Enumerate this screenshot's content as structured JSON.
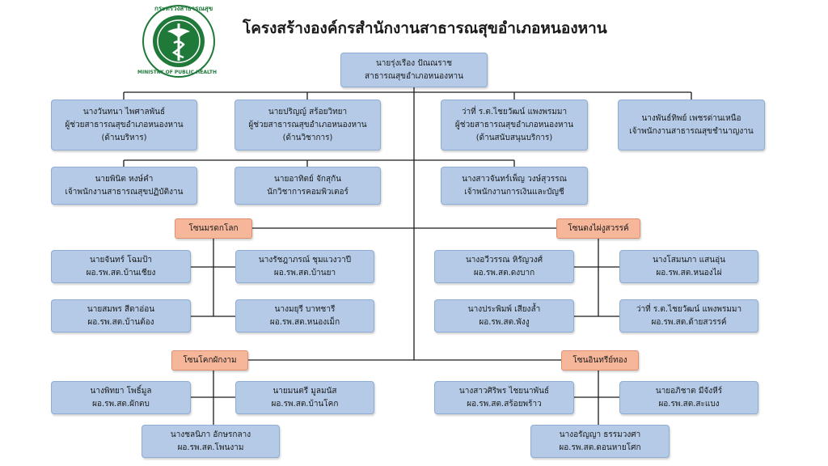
{
  "header": {
    "title": "โครงสร้างองค์กรสำนักงานสาธารณสุขอำเภอหนองหาน",
    "logo_text_top": "กระทรวงสาธารณสุข",
    "logo_text_bottom": "MINISTRY OF PUBLIC HEALTH"
  },
  "chief": {
    "name": "นายรุ่งเรือง ปัณณราช",
    "role": "สาธารณสุขอำเภอหนองหาน"
  },
  "assistants": [
    {
      "name": "นางวันทนา ไพศาลพันธ์",
      "role": "ผู้ช่วยสาธารณสุขอำเภอหนองหาน",
      "dept": "(ด้านบริหาร)"
    },
    {
      "name": "นายปริญญ์ สร้อยวิทยา",
      "role": "ผู้ช่วยสาธารณสุขอำเภอหนองหาน",
      "dept": "(ด้านวิชาการ)"
    },
    {
      "name": "ว่าที่ ร.ต.ไชยวัฒน์ แพงพรมมา",
      "role": "ผู้ช่วยสาธารณสุขอำเภอหนองหาน",
      "dept": "(ด้านสนับสนุนบริการ)"
    },
    {
      "name": "นางพันธ์ทิพย์ เพชรด่านเหนือ",
      "role": "เจ้าพนักงานสาธารณสุขชำนาญงาน"
    }
  ],
  "staff": [
    {
      "name": "นายพินิต หงษ์คำ",
      "role": "เจ้าพนักงานสาธารณสุขปฏิบัติงาน"
    },
    {
      "name": "นายอาทิตย์ จักสุกัน",
      "role": "นักวิชาการคอมพิวเตอร์"
    },
    {
      "name": "นางสาวจันทร์เพ็ญ วงษ์สุวรรณ",
      "role": "เจ้าพนักงานการเงินและบัญชี"
    }
  ],
  "zones": {
    "moradok": {
      "label": "โซนมรดกโลก",
      "members": [
        {
          "name": "นายจันทร์ โฉมป้า",
          "role": "ผอ.รพ.สต.บ้านเชียง"
        },
        {
          "name": "นางรัชฎาภรณ์ ชุมแวงวาปี",
          "role": "ผอ.รพ.สต.บ้านยา"
        },
        {
          "name": "นายสมพร สีดาอ่อน",
          "role": "ผอ.รพ.สต.บ้านต้อง"
        },
        {
          "name": "นางมยุรี บาทชารี",
          "role": "ผอ.รพ.สต.หนองเม็ก"
        }
      ]
    },
    "dongphai": {
      "label": "โซนดงไผ่งูสวรรค์",
      "members": [
        {
          "name": "นางอวีวรรณ หิรัญวงศ์",
          "role": "ผอ.รพ.สต.ดงบาก"
        },
        {
          "name": "นางโสมนภา แสนอุ่น",
          "role": "ผอ.รพ.สต.หนองไผ่"
        },
        {
          "name": "นางประพิมพ์ เสียงล้ำ",
          "role": "ผอ.รพ.สต.พังงู"
        },
        {
          "name": "ว่าที่ ร.ต.ไชยวัฒน์ แพงพรมมา",
          "role": "ผอ.รพ.สต.ด้ายสวรรค์"
        }
      ]
    },
    "khok": {
      "label": "โซนโคกผักงาม",
      "members": [
        {
          "name": "นางพิทยา โพธิ์มูล",
          "role": "ผอ.รพ.สต.ผักตบ"
        },
        {
          "name": "นายมนตรี มูลมนัส",
          "role": "ผอ.รพ.สต.บ้านโคก"
        },
        {
          "name": "นางชลนิภา อักษรกลาง",
          "role": "ผอ.รพ.สต.โพนงาม"
        }
      ]
    },
    "insri": {
      "label": "โซนอินทรีย์ทอง",
      "members": [
        {
          "name": "นางสาวศิริพร ไชยนาพันธ์",
          "role": "ผอ.รพ.สต.สร้อยพร้าว"
        },
        {
          "name": "นายอภิชาต มีจังหีร์",
          "role": "ผอ.รพ.สต.สะแบง"
        },
        {
          "name": "นางอรัญญา ธรรมวงศา",
          "role": "ผอ.รพ.สต.ดอนหายโศก"
        }
      ]
    }
  },
  "colors": {
    "box_fill": "#b4cae6",
    "box_border": "#8eaed6",
    "zone_fill": "#f6b69a",
    "zone_border": "#e09072",
    "logo_green": "#1f7a3a",
    "line": "#1a1a1a"
  }
}
